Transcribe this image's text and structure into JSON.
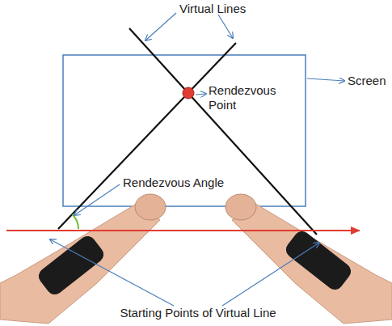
{
  "diagram": {
    "labels": [
      "Virtual Lines",
      "Screen",
      "Rendezvous Point",
      "Rendezvous Angle",
      "Starting Points of Virtual Line"
    ]
  }
}
